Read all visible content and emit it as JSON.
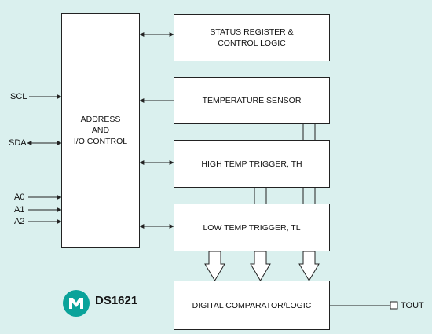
{
  "blocks": {
    "address_control": [
      "ADDRESS",
      "AND",
      "I/O CONTROL"
    ],
    "status_register": [
      "STATUS REGISTER &",
      "CONTROL LOGIC"
    ],
    "temperature_sensor": "TEMPERATURE SENSOR",
    "high_temp_trigger": "HIGH TEMP TRIGGER, TH",
    "low_temp_trigger": "LOW TEMP TRIGGER, TL",
    "digital_comparator": "DIGITAL COMPARATOR/LOGIC"
  },
  "signals": {
    "scl": "SCL",
    "sda": "SDA",
    "a0": "A0",
    "a1": "A1",
    "a2": "A2",
    "tout": "TOUT"
  },
  "branding": {
    "logo_icon": "maxim-logo-icon",
    "part_number": "DS1621",
    "logo_color": "#0aa39a"
  },
  "colors": {
    "background": "#daf0ee",
    "block_fill": "#ffffff",
    "line": "#222222"
  }
}
